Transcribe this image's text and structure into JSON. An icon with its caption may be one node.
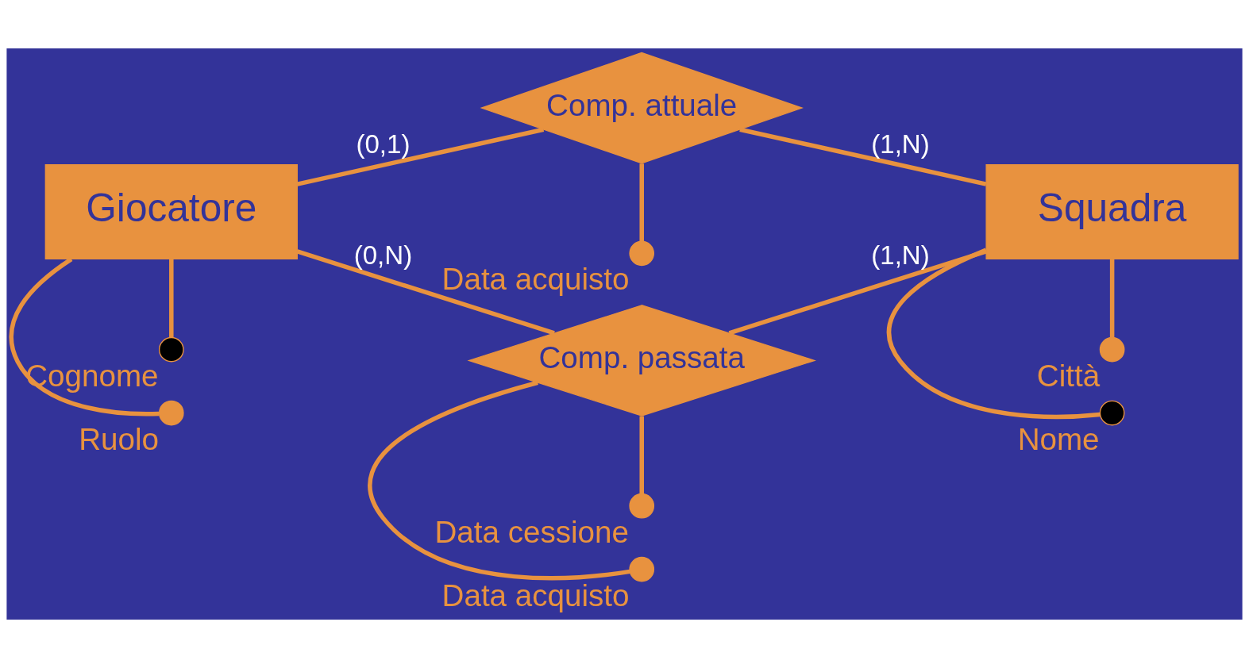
{
  "diagram": {
    "nodes": [
      {
        "text": [],
        "shape": "circle",
        "beside": [
          "Data acquisto"
        ]
      },
      {
        "text": [],
        "shape": "circle",
        "beside": [
          "Ruolo"
        ]
      },
      {
        "text": [
          "Comp. attuale"
        ]
      },
      {
        "text": [],
        "shape": "circle",
        "beside": [
          "Nome"
        ]
      },
      {
        "text": [
          "Giocatore"
        ]
      },
      {
        "text": [
          "Squadra"
        ]
      },
      {
        "text": [],
        "shape": "circle",
        "beside": [
          "Cognome"
        ]
      },
      {
        "text": [
          "Comp. passata"
        ]
      },
      {
        "text": [],
        "shape": "circle",
        "beside": [
          "Città"
        ]
      },
      {
        "text": [],
        "shape": "circle",
        "beside": [
          "Data acquisto"
        ]
      },
      {
        "text": [],
        "shape": "circle",
        "beside": [
          "Data cessione"
        ]
      }
    ],
    "edges": [
      {
        "from": 4,
        "to": 2,
        "arrow": "none",
        "label": "(0,1)"
      },
      {
        "from": 2,
        "to": 5,
        "arrow": "none",
        "label": "(1,N)"
      },
      {
        "from": 4,
        "to": 7,
        "arrow": "none",
        "label": "(0,N)"
      },
      {
        "from": 7,
        "to": 5,
        "arrow": "none",
        "label": "(1,N)"
      },
      {
        "from": 2,
        "to": 0,
        "arrow": "none"
      },
      {
        "from": 4,
        "to": 1,
        "arrow": "none"
      },
      {
        "from": 4,
        "to": 6,
        "arrow": "none"
      },
      {
        "from": 5,
        "to": 3,
        "arrow": "none"
      },
      {
        "from": 5,
        "to": 8,
        "arrow": "none"
      },
      {
        "from": 7,
        "to": 9,
        "arrow": "none"
      },
      {
        "from": 7,
        "to": 10,
        "arrow": "none"
      }
    ]
  }
}
